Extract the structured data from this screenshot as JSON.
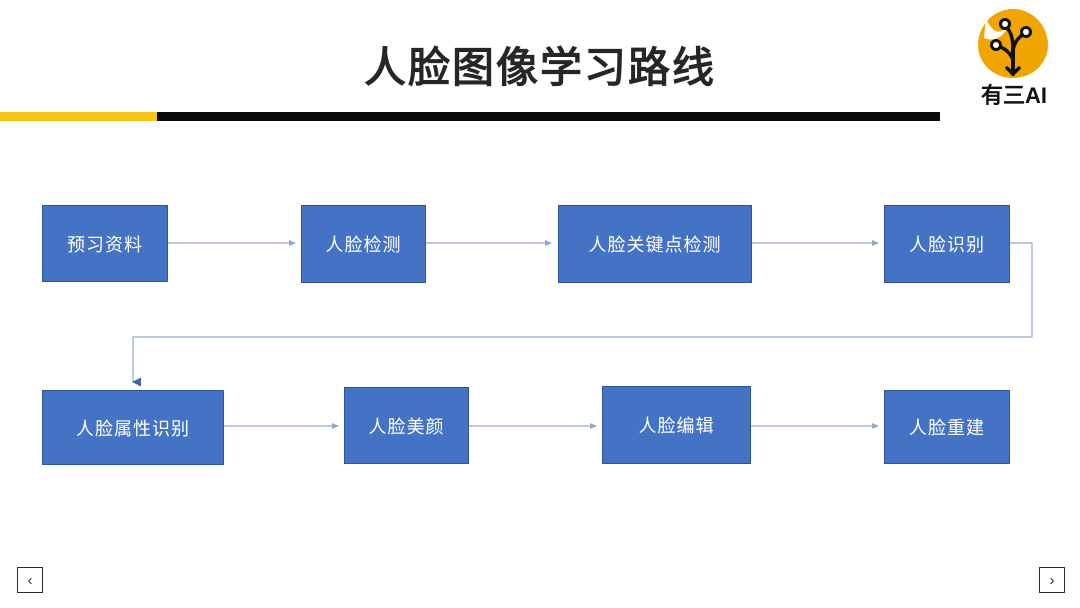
{
  "slide": {
    "title": "人脸图像学习路线",
    "divider": {
      "yellow_color": "#F5C518",
      "black_color": "#0A0A0A"
    },
    "background_color": "#FFFFFF"
  },
  "logo": {
    "text": "有三AI",
    "mark_name": "flame-circuit-logo",
    "mark_color": "#F0A500",
    "circuit_color": "#1A1A1A"
  },
  "diagram": {
    "type": "flowchart",
    "node_fill": "#4472C4",
    "node_border": "#2F5597",
    "node_text_color": "#FFFFFF",
    "connector_color": "#A3B7D6",
    "rows": [
      {
        "name": "row-1",
        "nodes": [
          {
            "id": "prep",
            "label": "预习资料"
          },
          {
            "id": "face-detection",
            "label": "人脸检测"
          },
          {
            "id": "landmark-detection",
            "label": "人脸关键点检测"
          },
          {
            "id": "face-recognition",
            "label": "人脸识别"
          }
        ]
      },
      {
        "name": "row-2",
        "nodes": [
          {
            "id": "attribute-recognition",
            "label": "人脸属性识别"
          },
          {
            "id": "face-beautify",
            "label": "人脸美颜"
          },
          {
            "id": "face-editing",
            "label": "人脸编辑"
          },
          {
            "id": "face-reconstruction",
            "label": "人脸重建"
          }
        ]
      }
    ],
    "edges": [
      {
        "from": "prep",
        "to": "face-detection"
      },
      {
        "from": "face-detection",
        "to": "landmark-detection"
      },
      {
        "from": "landmark-detection",
        "to": "face-recognition"
      },
      {
        "from": "face-recognition",
        "to": "attribute-recognition"
      },
      {
        "from": "attribute-recognition",
        "to": "face-beautify"
      },
      {
        "from": "face-beautify",
        "to": "face-editing"
      },
      {
        "from": "face-editing",
        "to": "face-reconstruction"
      }
    ]
  },
  "navigation": {
    "prev_label": "‹",
    "next_label": "›"
  }
}
